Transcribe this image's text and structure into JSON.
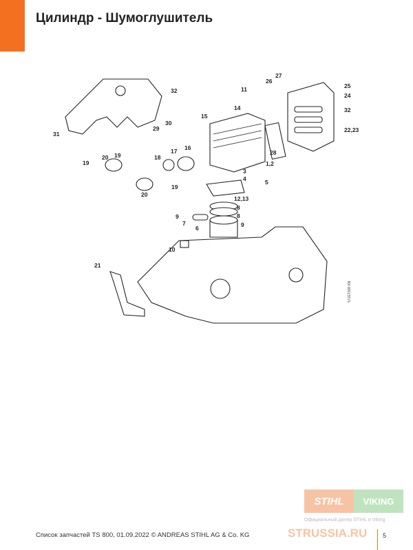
{
  "title": "Цилиндр - Шумоглушитель",
  "labels": [
    "32",
    "31",
    "29",
    "30",
    "27",
    "26",
    "25",
    "24",
    "11",
    "32",
    "14",
    "15",
    "22,23",
    "28",
    "1,2",
    "17",
    "16",
    "18",
    "20",
    "19",
    "19",
    "3",
    "4",
    "5",
    "19",
    "20",
    "12,13",
    "8",
    "8",
    "9",
    "7",
    "6",
    "9",
    "10",
    "21"
  ],
  "drawing_code": "571ET008 KN",
  "footer": "Список запчастей TS 800, 01.09.2022 © ANDREAS STIHL AG & Co. KG",
  "page_number": "5",
  "watermark": {
    "stihl": "STIHL",
    "viking": "VIKING",
    "dealer": "Официальный дилер STIHL и Viking",
    "site": "STRUSSIA.RU"
  }
}
